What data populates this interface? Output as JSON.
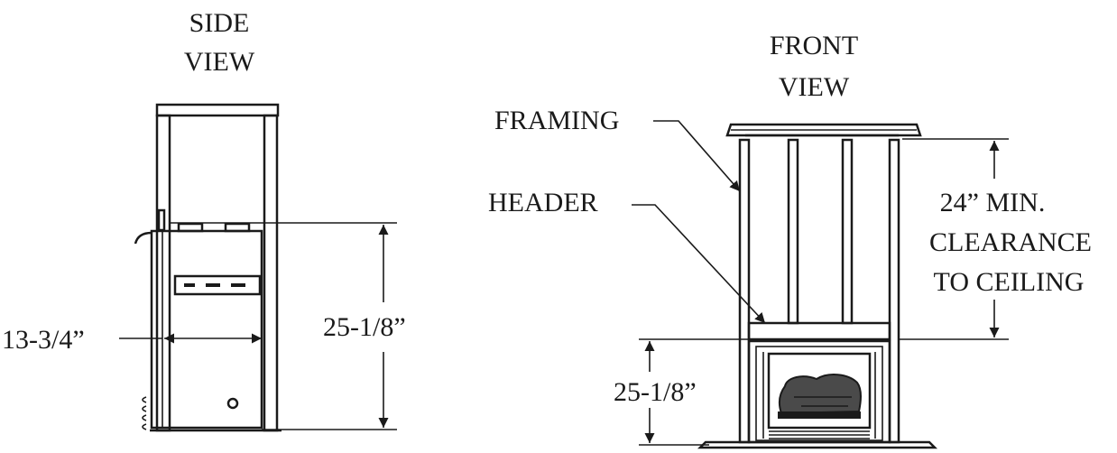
{
  "side_view": {
    "title_line1": "SIDE",
    "title_line2": "VIEW",
    "depth_dimension": "13-3/4”",
    "height_dimension": "25-1/8”"
  },
  "front_view": {
    "title_line1": "FRONT",
    "title_line2": "VIEW",
    "framing_label": "FRAMING",
    "header_label": "HEADER",
    "clearance_line1": "24” MIN.",
    "clearance_line2": "CLEARANCE",
    "clearance_line3": "TO CEILING",
    "height_dimension": "25-1/8”"
  }
}
